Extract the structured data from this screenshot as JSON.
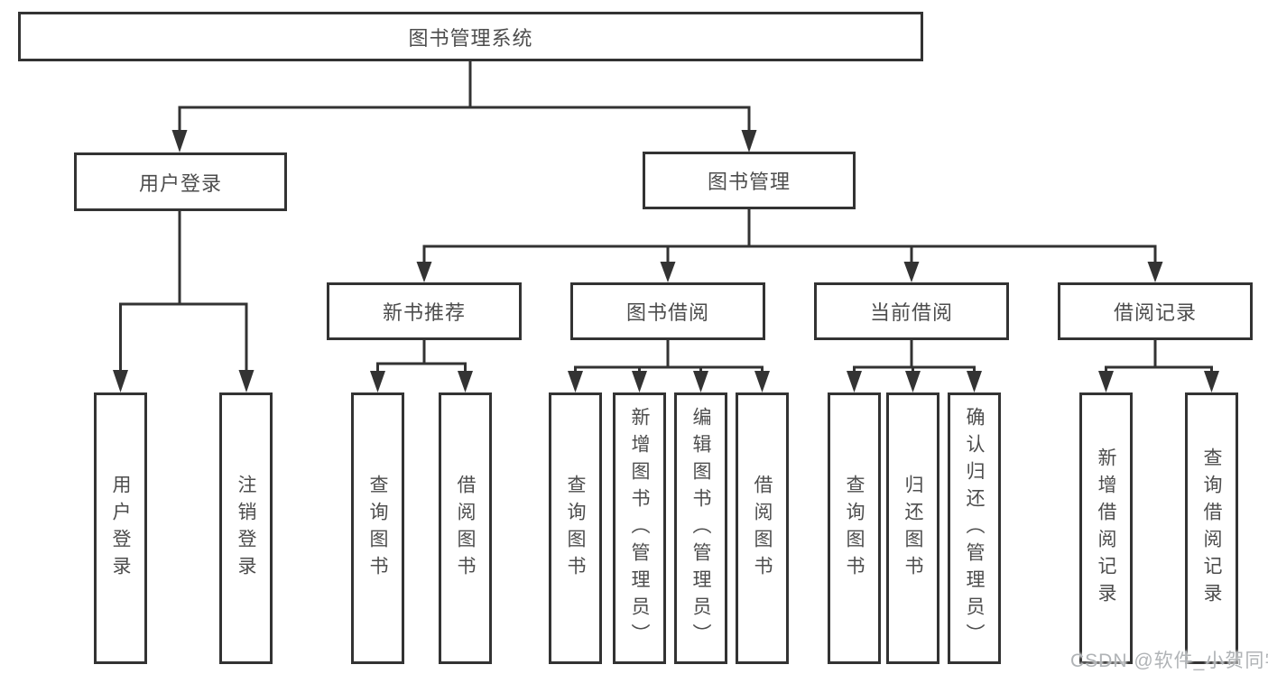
{
  "diagram": {
    "root": {
      "label": "图书管理系统"
    },
    "level2": [
      {
        "label": "用户登录"
      },
      {
        "label": "图书管理"
      }
    ],
    "level3": [
      {
        "label": "新书推荐"
      },
      {
        "label": "图书借阅"
      },
      {
        "label": "当前借阅"
      },
      {
        "label": "借阅记录"
      }
    ],
    "leaves": {
      "user_login": [
        "用户登录",
        "注销登录"
      ],
      "new_book_recommend": [
        "查询图书",
        "借阅图书"
      ],
      "book_borrow": [
        "查询图书",
        "新增图书（管理员）",
        "编辑图书（管理员）",
        "借阅图书"
      ],
      "current_borrow": [
        "查询图书",
        "归还图书",
        "确认归还（管理员）"
      ],
      "borrow_records": [
        "新增借阅记录",
        "查询借阅记录"
      ]
    },
    "colors": {
      "line": "#333333",
      "text": "#4d4d4d",
      "background": "#ffffff",
      "watermark": "#b0b3b6"
    }
  },
  "watermark": {
    "text": "CSDN @软件_小贺同学"
  }
}
